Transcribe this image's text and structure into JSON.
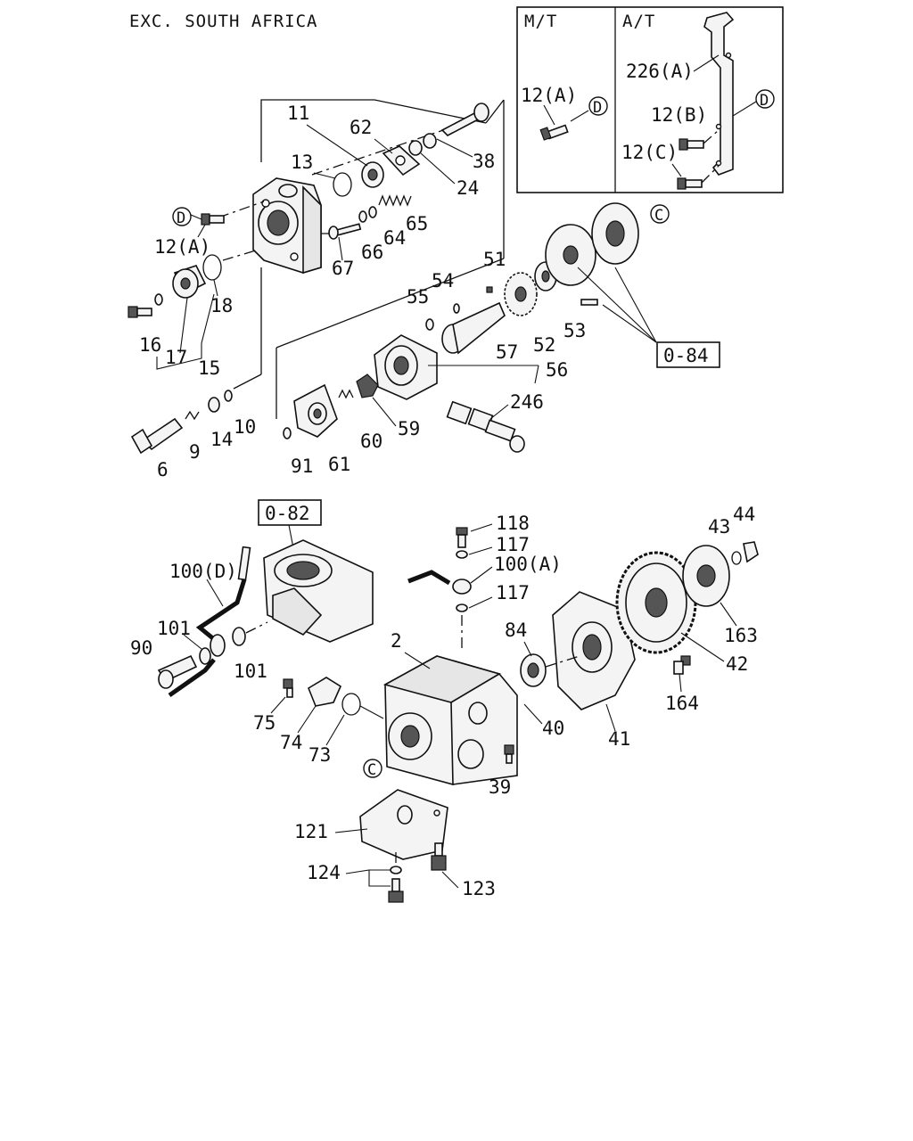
{
  "header": {
    "title": "EXC. SOUTH AFRICA"
  },
  "inset": {
    "mt_label": "M/T",
    "at_label": "A/T"
  },
  "refs": {
    "d": "D",
    "c": "C"
  },
  "ref_boxes": {
    "b084": "0-84",
    "b082": "0-82"
  },
  "labels": {
    "p11": "11",
    "p62": "62",
    "p13": "13",
    "p38": "38",
    "p24": "24",
    "p12a": "12(A)",
    "p65": "65",
    "p64": "64",
    "p66": "66",
    "p67": "67",
    "p18": "18",
    "p17": "17",
    "p16": "16",
    "p15": "15",
    "p51": "51",
    "p54": "54",
    "p55": "55",
    "p57": "57",
    "p52": "52",
    "p53": "53",
    "p56": "56",
    "p246": "246",
    "p9": "9",
    "p14": "14",
    "p10": "10",
    "p6": "6",
    "p91": "91",
    "p61": "61",
    "p60": "60",
    "p59": "59",
    "p12a_mt": "12(A)",
    "p226a": "226(A)",
    "p12b": "12(B)",
    "p12c": "12(C)",
    "p118": "118",
    "p117a": "117",
    "p100a": "100(A)",
    "p117b": "117",
    "p43": "43",
    "p44": "44",
    "p100d": "100(D)",
    "p101a": "101",
    "p90": "90",
    "p101b": "101",
    "p2": "2",
    "p84": "84",
    "p163": "163",
    "p42": "42",
    "p164": "164",
    "p75": "75",
    "p74": "74",
    "p73": "73",
    "p40": "40",
    "p41": "41",
    "p39": "39",
    "p121": "121",
    "p124": "124",
    "p123": "123"
  }
}
